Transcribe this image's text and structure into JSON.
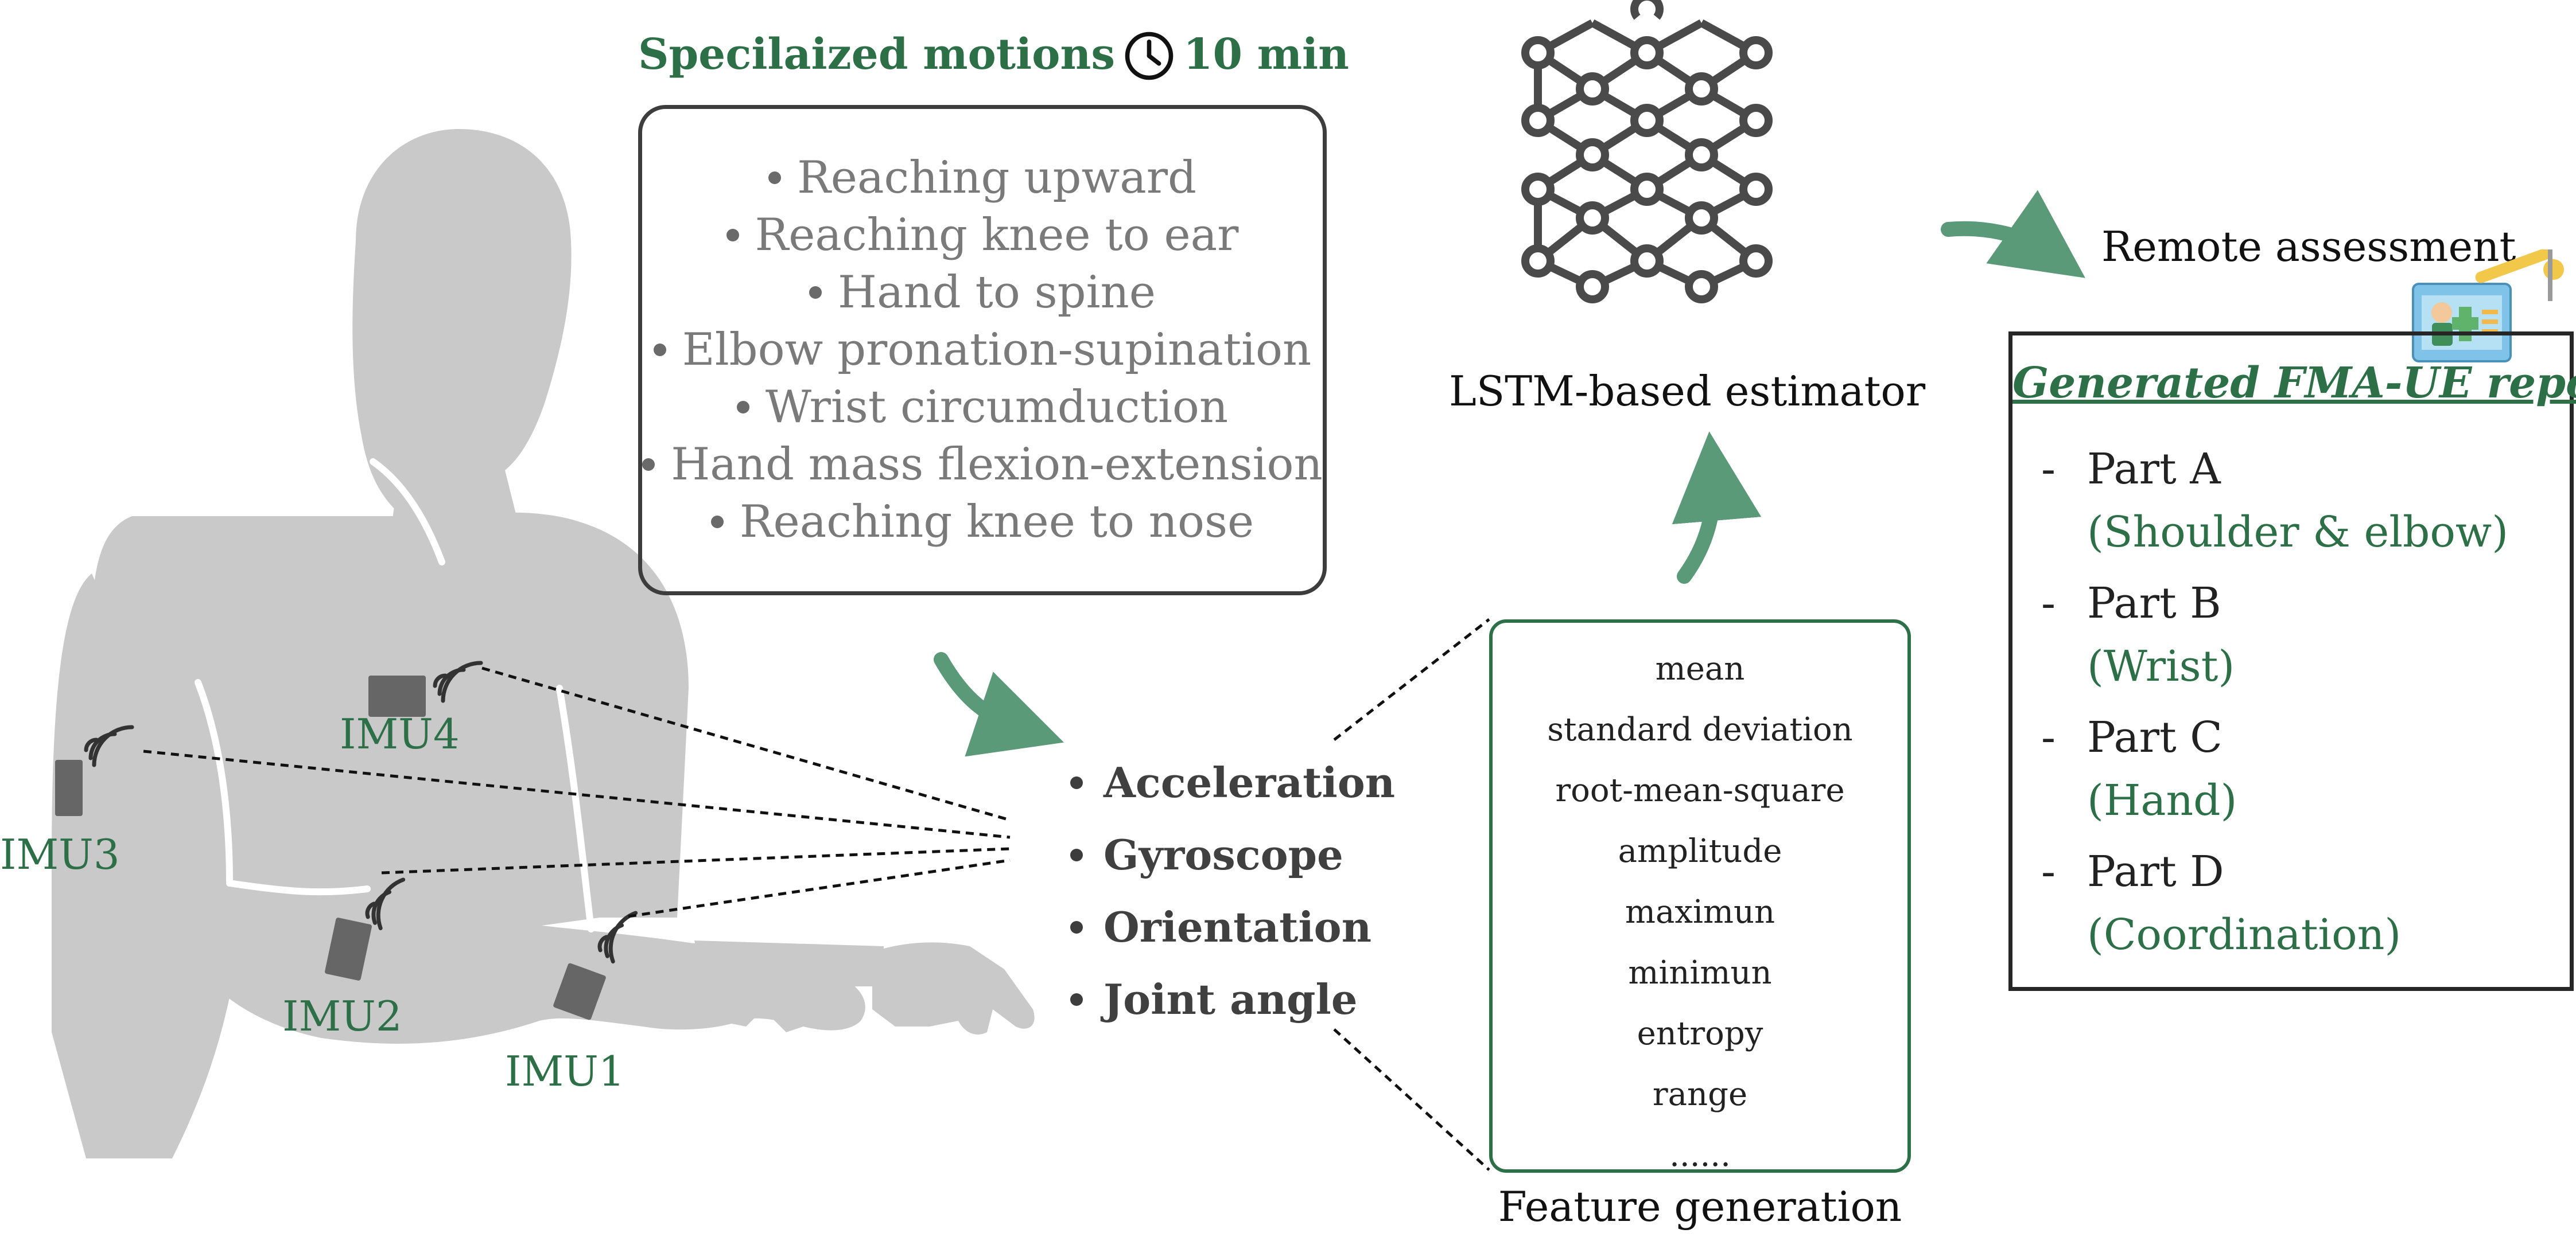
{
  "motions": {
    "title": "Specilaized motions",
    "clock_icon": "clock-icon",
    "duration": "10 min",
    "items": [
      "Reaching upward",
      "Reaching knee to ear",
      "Hand to spine",
      "Elbow pronation-supination",
      "Wrist circumduction",
      "Hand mass flexion-extension",
      "Reaching knee to nose"
    ]
  },
  "imus": [
    "IMU4",
    "IMU3",
    "IMU2",
    "IMU1"
  ],
  "signals": [
    "Acceleration",
    "Gyroscope",
    "Orientation",
    "Joint angle"
  ],
  "features": {
    "items": [
      "mean",
      "standard deviation",
      "root-mean-square",
      "amplitude",
      "maximun",
      "minimun",
      "entropy",
      "range",
      "......"
    ],
    "caption": "Feature generation"
  },
  "estimator": {
    "label": "LSTM-based estimator",
    "icon": "neural-network-icon"
  },
  "remote": {
    "label": "Remote assessment",
    "icon": "clinician-report-icon"
  },
  "report": {
    "title": "Generated FMA-UE report",
    "parts": [
      {
        "name": "Part A",
        "desc": "(Shoulder & elbow)"
      },
      {
        "name": "Part B",
        "desc": "(Wrist)"
      },
      {
        "name": "Part C",
        "desc": "(Hand)"
      },
      {
        "name": "Part D",
        "desc": "(Coordination)"
      }
    ]
  },
  "colors": {
    "accent_green": "#2d7048",
    "arrow_green": "#5b9a78",
    "silhouette": "#c9c9c9",
    "sensor": "#666666",
    "network": "#4a4a4a"
  }
}
